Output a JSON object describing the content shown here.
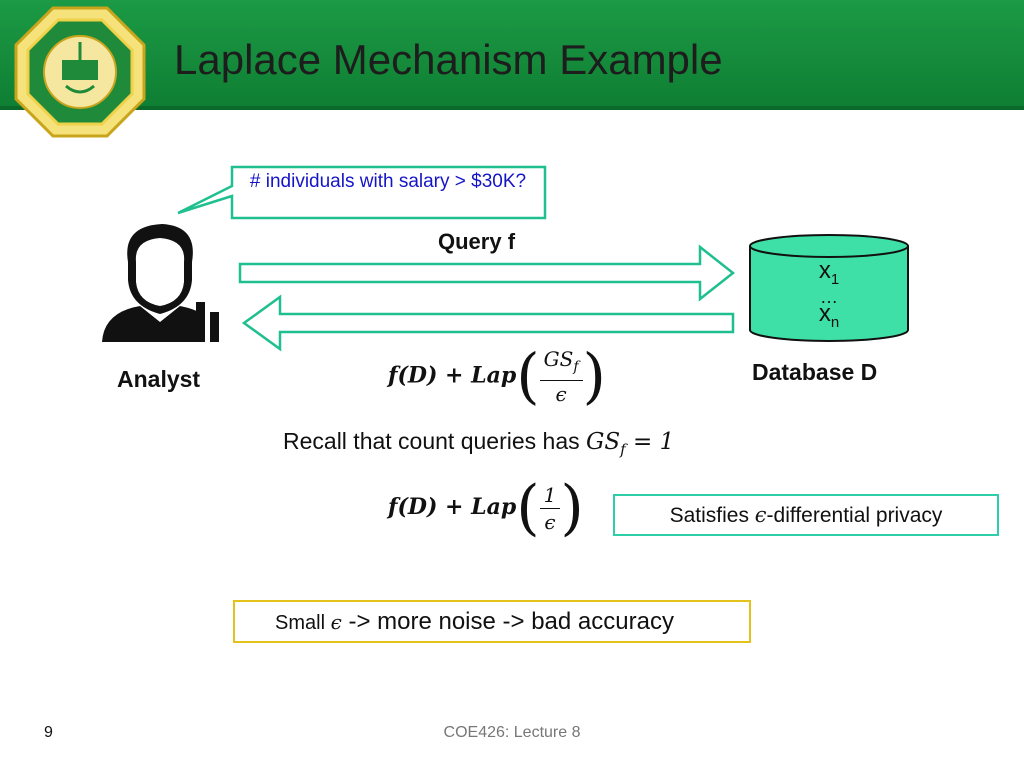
{
  "slide": {
    "title": "Laplace Mechanism Example",
    "page_number": "9",
    "course": "COE426: Lecture 8"
  },
  "diagram": {
    "callout": "# individuals with salary > $30K?",
    "query_label": "Query f",
    "analyst_label": "Analyst",
    "database_label": "Database D",
    "db_items": {
      "first": "x",
      "first_sub": "1",
      "dots": "…",
      "last": "x",
      "last_sub": "n"
    }
  },
  "formula1": {
    "left": "f(D) + Lap",
    "numerator": "GS",
    "numerator_sub": "f",
    "denominator": "ϵ"
  },
  "recall": {
    "text": "Recall that count queries has ",
    "expr": "GS",
    "expr_sub": "f",
    "expr_rest": " = 1"
  },
  "formula2": {
    "left": "f(D) + Lap",
    "numerator": "1",
    "denominator": "ϵ"
  },
  "privacy_box": {
    "pre": "Satisfies ",
    "eps": "ϵ",
    "post": "-differential privacy"
  },
  "accuracy_box": {
    "small": "Small ",
    "eps": "ϵ",
    "rest": " -> more noise -> bad accuracy"
  },
  "colors": {
    "header_green": "#129440",
    "db_fill": "#3ee0a8",
    "callout_border": "#1fbf8f",
    "callout_text": "#1515c8",
    "privacy_border": "#2ecfa8",
    "accuracy_border": "#e3c31b"
  }
}
